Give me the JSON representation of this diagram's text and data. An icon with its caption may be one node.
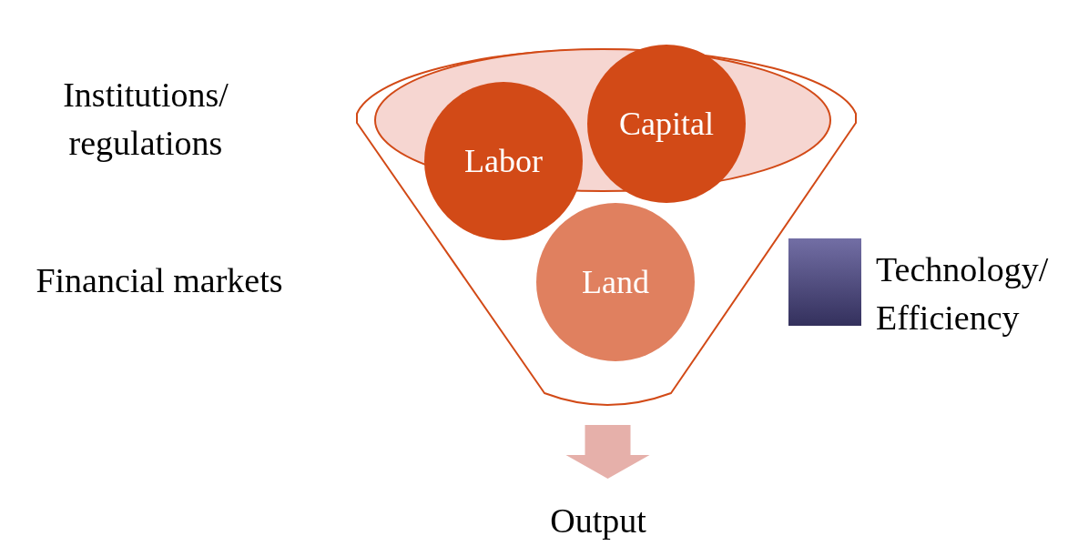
{
  "diagram": {
    "nodes": [
      {
        "text": [],
        "shape": "funnel"
      },
      {
        "text": [
          "Labor"
        ],
        "in": 0
      },
      {
        "text": [
          "Capital"
        ],
        "in": 0
      },
      {
        "text": [
          "Land"
        ],
        "in": 0
      },
      {
        "text": [
          "Output"
        ]
      }
    ],
    "edges": [
      {
        "from": 0,
        "to": 4,
        "arrow": "to",
        "style": "thick",
        "color": "#e6b0aa"
      }
    ],
    "labels": [
      "Institutions/ regulations",
      "Financial markets"
    ],
    "legend": [
      {
        "text": "Technology/ Efficiency",
        "color": "#4f4a8e"
      }
    ]
  }
}
